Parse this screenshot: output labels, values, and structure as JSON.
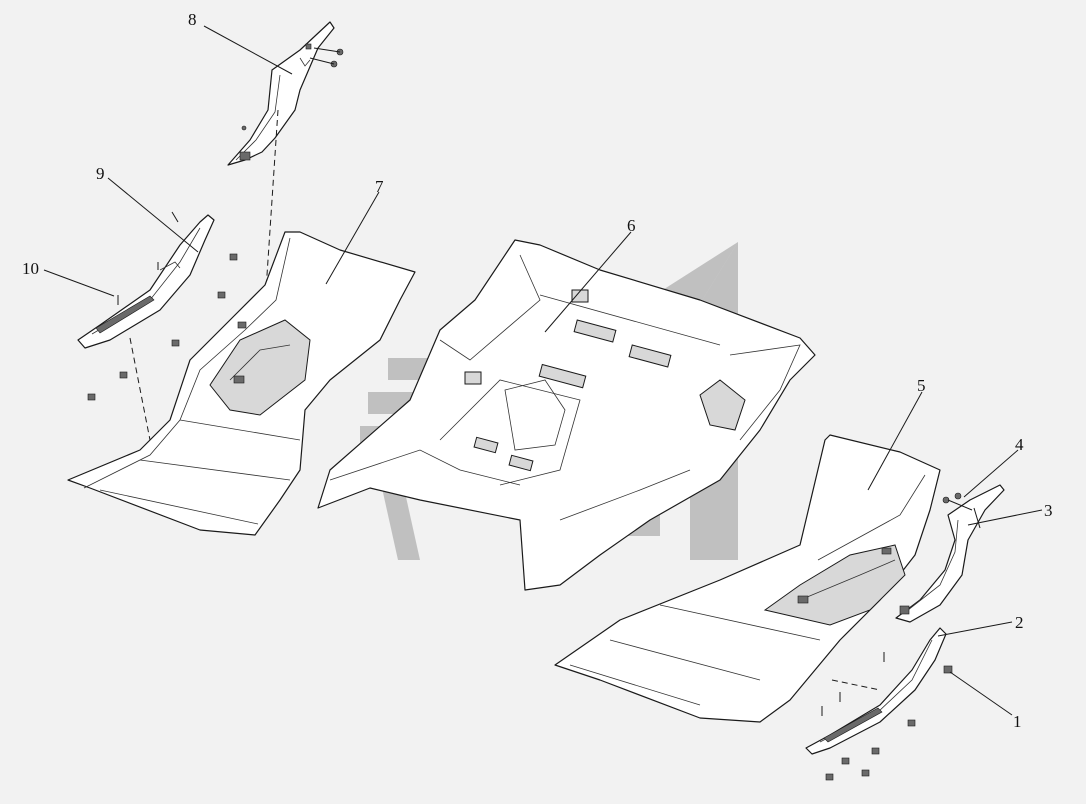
{
  "diagram": {
    "callouts": [
      {
        "id": "c1",
        "label": "1"
      },
      {
        "id": "c2",
        "label": "2"
      },
      {
        "id": "c3",
        "label": "3"
      },
      {
        "id": "c4",
        "label": "4"
      },
      {
        "id": "c5",
        "label": "5"
      },
      {
        "id": "c6",
        "label": "6"
      },
      {
        "id": "c7",
        "label": "7"
      },
      {
        "id": "c8",
        "label": "8"
      },
      {
        "id": "c9",
        "label": "9"
      },
      {
        "id": "c10",
        "label": "10"
      }
    ],
    "colors": {
      "background": "#f2f2f2",
      "line": "#1a1a1a",
      "watermark": "#8e8e8e"
    }
  }
}
